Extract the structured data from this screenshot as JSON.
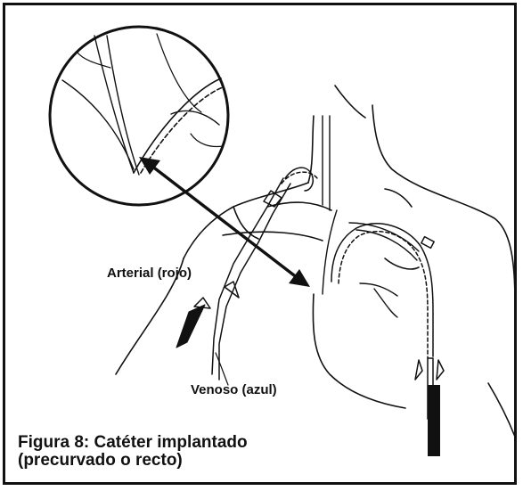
{
  "labels": {
    "arterial": "Arterial (rojo)",
    "venous": "Venoso (azul)"
  },
  "caption": {
    "line1": "Figura 8: Catéter implantado",
    "line2": "(precurvado o recto)"
  },
  "colors": {
    "ink": "#111111",
    "background": "#ffffff"
  }
}
